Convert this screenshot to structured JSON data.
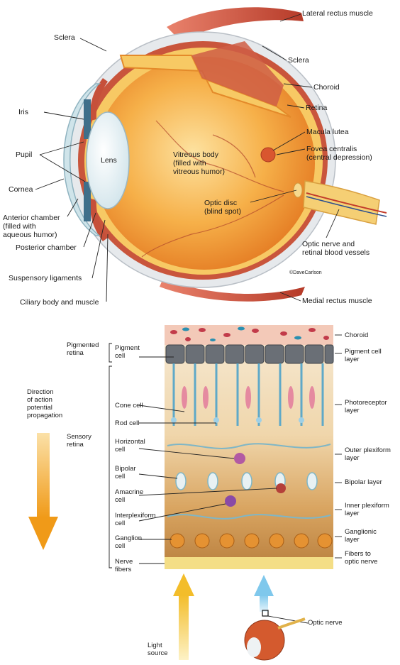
{
  "eye_labels": {
    "lateral_rectus": "Lateral rectus muscle",
    "sclera_left": "Sclera",
    "sclera_right": "Sclera",
    "choroid": "Choroid",
    "retina": "Retina",
    "iris": "Iris",
    "macula": "Macula lutea",
    "fovea": "Fovea centralis\n(central depression)",
    "pupil": "Pupil",
    "lens": "Lens",
    "vitreous": "Vitreous body\n(filled with\nvitreous humor)",
    "cornea": "Cornea",
    "optic_disc": "Optic disc\n(blind spot)",
    "anterior_chamber": "Anterior chamber\n(filled with\naqueous humor)",
    "optic_nerve_vessels": "Optic nerve and\nretinal blood vessels",
    "posterior_chamber": "Posterior chamber",
    "credit": "©DaveCarlson",
    "suspensory": "Suspensory ligaments",
    "medial_rectus": "Medial rectus muscle",
    "ciliary": "Ciliary body and muscle"
  },
  "retina_labels": {
    "pigmented_retina": "Pigmented\nretina",
    "sensory_retina": "Sensory\nretina",
    "direction": "Direction\nof action\npotential\npropagation",
    "light_source": "Light\nsource",
    "pigment_cell": "Pigment\ncell",
    "cone_cell": "Cone cell",
    "rod_cell": "Rod cell",
    "horizontal_cell": "Horizontal\ncell",
    "bipolar_cell": "Bipolar\ncell",
    "amacrine_cell": "Amacrine\ncell",
    "interplexiform_cell": "Interplexiform\ncell",
    "ganglion_cell": "Ganglion\ncell",
    "nerve_fibers": "Nerve\nfibers",
    "choroid": "Choroid",
    "pigment_cell_layer": "Pigment cell\nlayer",
    "photoreceptor_layer": "Photoreceptor\nlayer",
    "outer_plexiform_layer": "Outer plexiform\nlayer",
    "bipolar_layer": "Bipolar layer",
    "inner_plexiform_layer": "Inner plexiform\nlayer",
    "ganglionic_layer": "Ganglionic\nlayer",
    "fibers_to_optic_nerve": "Fibers to\noptic nerve",
    "optic_nerve": "Optic nerve"
  },
  "colors": {
    "vitreous": "#f2a23a",
    "retina_yellow": "#f5c660",
    "muscle": "#c84a36",
    "sclera": "#e9ecef",
    "direction_arrow": "#f0a020",
    "light_arrow": "#f6c63a",
    "blue_arrow": "#8fd0ef"
  }
}
